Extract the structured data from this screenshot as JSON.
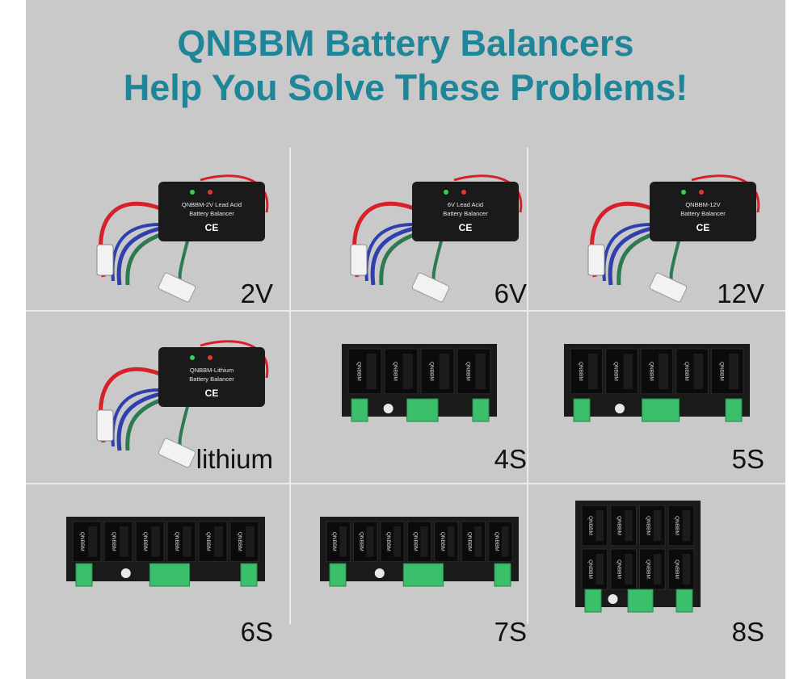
{
  "header": {
    "line1": "QNBBM Battery Balancers",
    "line2": "Help You Solve These Problems!"
  },
  "colors": {
    "title": "#1f8599",
    "panel": "#c9c9c9",
    "divider": "#ececec",
    "device": "#1a1a1a",
    "wire_red": "#d8202a",
    "wire_blue": "#2f3fae",
    "wire_green": "#2e7a50",
    "terminal_green": "#3cbf6a"
  },
  "products": [
    {
      "label": "2V",
      "kind": "lead",
      "text1": "QNBBM-2V Lead Acid",
      "text2": "Battery Balancer",
      "mark": "CE"
    },
    {
      "label": "6V",
      "kind": "lead",
      "text1": "6V Lead Acid",
      "text2": "Battery Balancer",
      "mark": "CE"
    },
    {
      "label": "12V",
      "kind": "lead",
      "text1": "QNBBM-12V",
      "text2": "Battery Balancer",
      "mark": "CE"
    },
    {
      "label": "lithium",
      "kind": "lead",
      "text1": "QNBBM-Lithium",
      "text2": "Battery Balancer",
      "mark": "CE"
    },
    {
      "label": "4S",
      "kind": "board",
      "modules": 4,
      "rows": 1,
      "brand": "QNBBM"
    },
    {
      "label": "5S",
      "kind": "board",
      "modules": 5,
      "rows": 1,
      "brand": "QNBBM"
    },
    {
      "label": "6S",
      "kind": "board",
      "modules": 6,
      "rows": 1,
      "brand": "QNBBM"
    },
    {
      "label": "7S",
      "kind": "board",
      "modules": 7,
      "rows": 1,
      "brand": "QNBBM"
    },
    {
      "label": "8S",
      "kind": "board",
      "modules": 8,
      "rows": 2,
      "brand": "QNBBM"
    }
  ]
}
